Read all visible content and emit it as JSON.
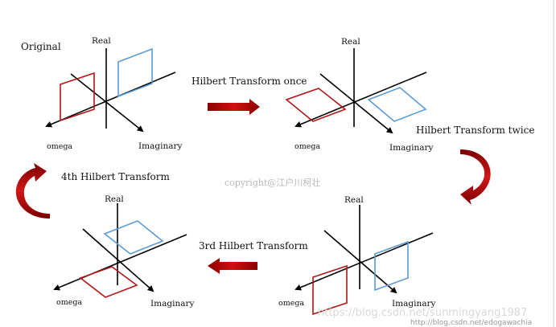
{
  "panels": {
    "original": {
      "title": "Original",
      "real": "Real",
      "omega": "omega",
      "imag": "Imaginary"
    },
    "once": {
      "title": "Hilbert Transform once",
      "real": "Real",
      "omega": "omega",
      "imag": "Imaginary"
    },
    "twice": {
      "title": "Hilbert Transform twice",
      "real": "Real",
      "omega": "omega",
      "imag": "Imaginary"
    },
    "third": {
      "title": "3rd Hilbert Transform",
      "real": "Real",
      "omega": "omega",
      "imag": "Imaginary"
    },
    "fourth": {
      "title": "4th Hilbert Transform"
    }
  },
  "copyright": "copyright@江户川柯壮",
  "watermark": "https://blog.csdn.net/sunmingyang1987",
  "watermark_small": "http://blog.csdn.net/edogawachia",
  "colors": {
    "arrow": "#c00000",
    "red_shape": "#b01818",
    "blue_shape": "#5b9bd5"
  }
}
